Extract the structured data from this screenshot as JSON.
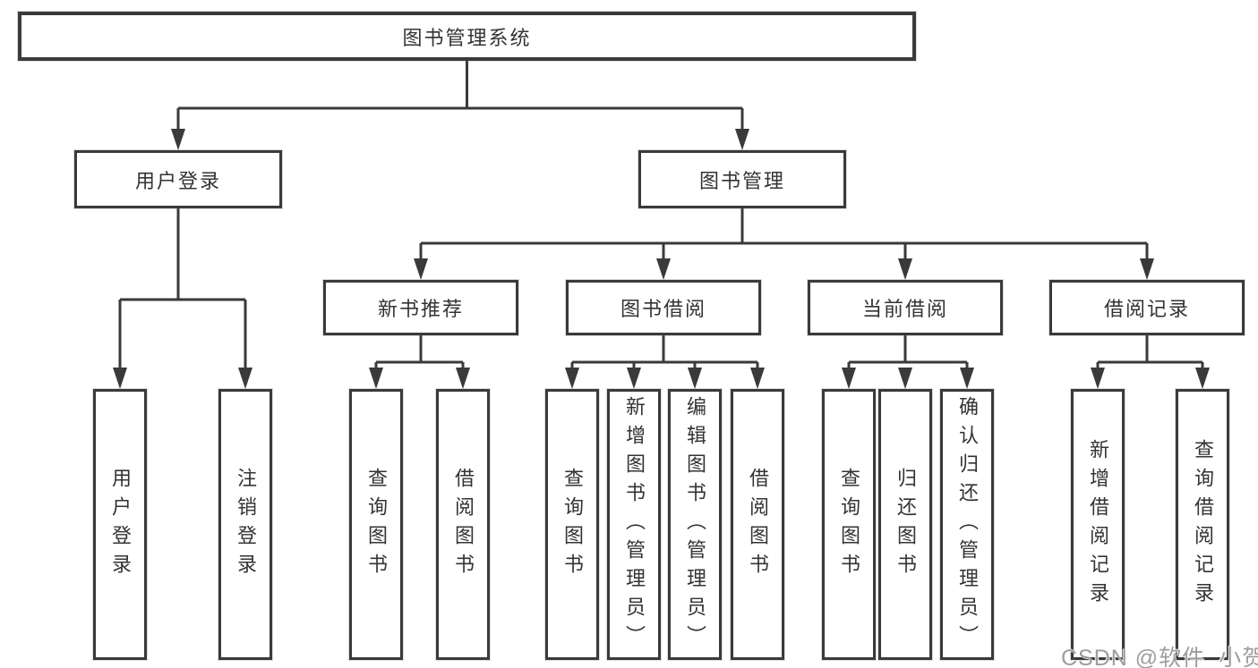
{
  "diagram": {
    "root": {
      "label": "图书管理系统"
    },
    "branches": [
      {
        "label": "用户登录",
        "children": [
          {
            "label": "用户登录"
          },
          {
            "label": "注销登录"
          }
        ]
      },
      {
        "label": "图书管理",
        "children": [
          {
            "label": "新书推荐",
            "children": [
              {
                "label": "查询图书"
              },
              {
                "label": "借阅图书"
              }
            ]
          },
          {
            "label": "图书借阅",
            "children": [
              {
                "label": "查询图书"
              },
              {
                "label": "新增图书（管理员）"
              },
              {
                "label": "编辑图书（管理员）"
              },
              {
                "label": "借阅图书"
              }
            ]
          },
          {
            "label": "当前借阅",
            "children": [
              {
                "label": "查询图书"
              },
              {
                "label": "归还图书"
              },
              {
                "label": "确认归还（管理员）"
              }
            ]
          },
          {
            "label": "借阅记录",
            "children": [
              {
                "label": "新增借阅记录"
              },
              {
                "label": "查询借阅记录"
              }
            ]
          }
        ]
      }
    ]
  },
  "watermark": {
    "text": "CSDN @软件_小贺同学"
  },
  "colors": {
    "line": "#3a3a3a",
    "box_border": "#3a3a3a",
    "text": "#333333",
    "background": "#ffffff",
    "watermark": "#9d9d9d"
  }
}
